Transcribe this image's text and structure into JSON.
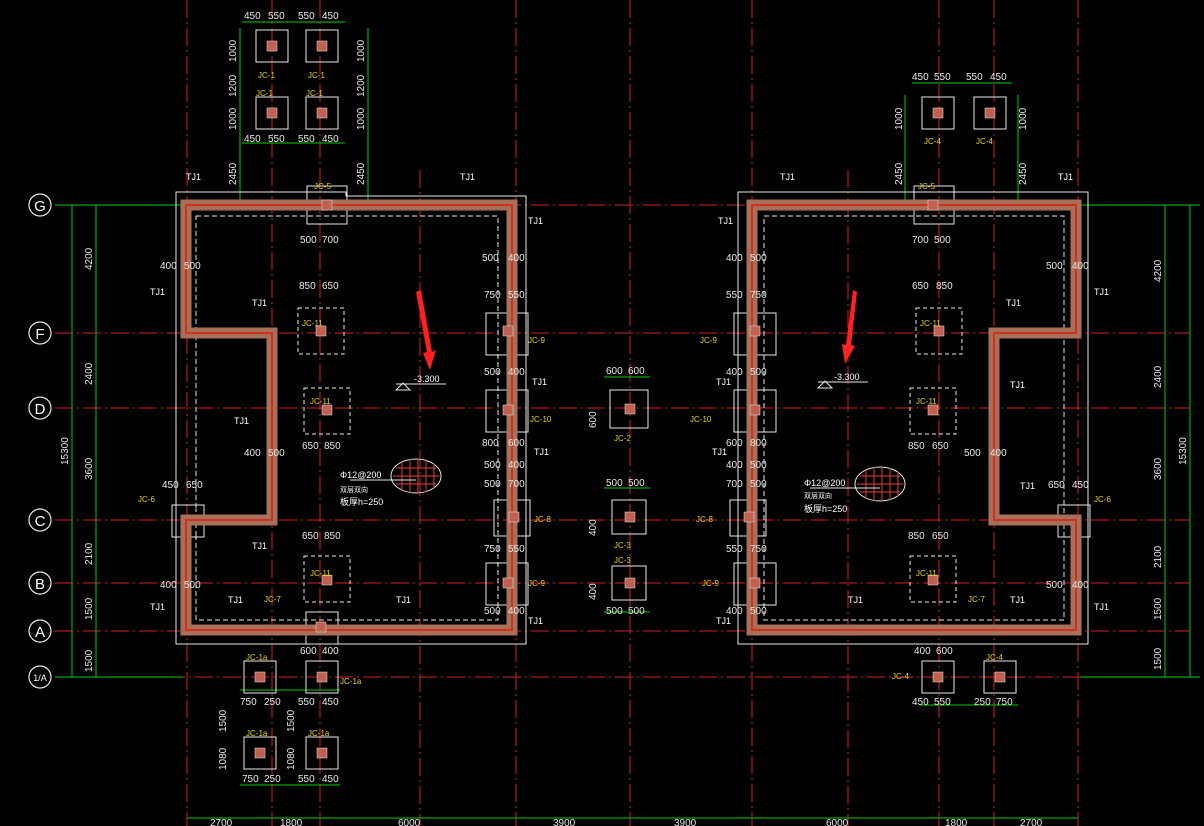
{
  "colors": {
    "background": "#000000",
    "grid_line": "#d42020",
    "dim_line": "#00cc00",
    "wall_red": "#d03020",
    "wall_brown": "#a87058",
    "outline": "#e8e8e8",
    "label": "#e8d400",
    "arrow": "#ff2020"
  },
  "axis_rows": [
    "G",
    "F",
    "D",
    "C",
    "B",
    "A",
    "1/A"
  ],
  "row_spacings": [
    "4200",
    "2400",
    "3600",
    "2100",
    "1500",
    "1500"
  ],
  "total_height": "15300",
  "bottom_dims": [
    "2700",
    "1800",
    "6000",
    "3900",
    "3900",
    "6000",
    "1800",
    "2700"
  ],
  "elevations": [
    "-3.300",
    "-3.300"
  ],
  "rebar_note": {
    "line1": "Φ12@200",
    "line2": "双层双向",
    "line3": "板厚h=250"
  },
  "labels": {
    "tj1": "TJ1",
    "jc1": "JC-1",
    "jc1a": "JC-1a",
    "jc2": "JC-2",
    "jc3": "JC-3",
    "jc4": "JC-4",
    "jc5": "JC-5",
    "jc6": "JC-6",
    "jc7": "JC-7",
    "jc8": "JC-8",
    "jc9": "JC-9",
    "jc10": "JC-10",
    "jc11": "JC-11"
  },
  "dims": {
    "d450": "450",
    "d550": "550",
    "d1000": "1000",
    "d1200": "1200",
    "d2450": "2450",
    "d400": "400",
    "d500": "500",
    "d700": "700",
    "d850": "850",
    "d650": "650",
    "d750": "750",
    "d600": "600",
    "d800": "800",
    "d250": "250",
    "d1500": "1500",
    "d1080": "1080"
  }
}
